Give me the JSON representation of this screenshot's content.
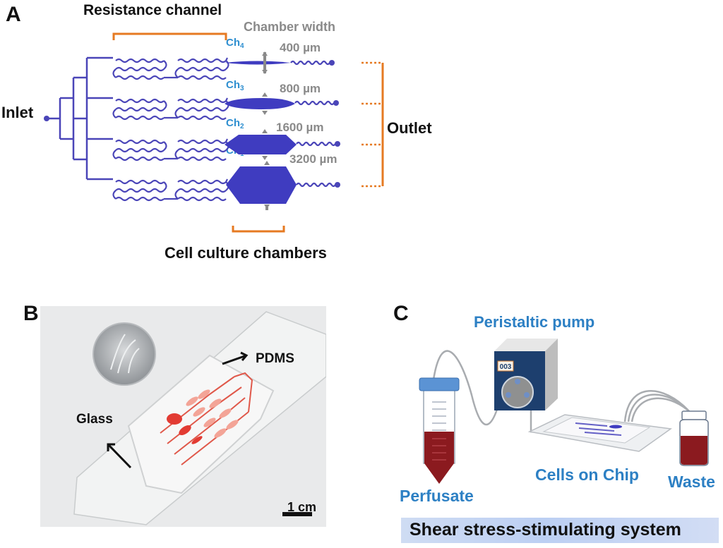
{
  "figure": {
    "panels": {
      "a": {
        "letter": "A",
        "resistance_label": "Resistance channel",
        "chamber_width_label": "Chamber width",
        "inlet_label": "Inlet",
        "outlet_label": "Outlet",
        "chambers_label": "Cell culture chambers",
        "channels": [
          {
            "name": "Ch",
            "sub": "4",
            "width": "400 µm"
          },
          {
            "name": "Ch",
            "sub": "3",
            "width": "800 µm"
          },
          {
            "name": "Ch",
            "sub": "2",
            "width": "1600 µm"
          },
          {
            "name": "Ch",
            "sub": "1",
            "width": "3200 µm"
          }
        ]
      },
      "b": {
        "letter": "B",
        "pdms_label": "PDMS",
        "glass_label": "Glass",
        "scale_label": "1 cm"
      },
      "c": {
        "letter": "C",
        "pump_label": "Peristaltic pump",
        "pump_display": "003",
        "perfusate_label": "Perfusate",
        "chip_label": "Cells on Chip",
        "waste_label": "Waste",
        "system_label": "Shear stress-stimulating system"
      }
    },
    "colors": {
      "channel": "#4a45b8",
      "chamber": "#3f3cc0",
      "bracket": "#e67a22",
      "label_blue": "#2d80c4",
      "gray_label": "#8a8a8a",
      "liquid": "#8b1a1f",
      "pump_body": "#1d3f6e",
      "cap": "#5b93d4",
      "banner": "#c4d4f3"
    }
  }
}
